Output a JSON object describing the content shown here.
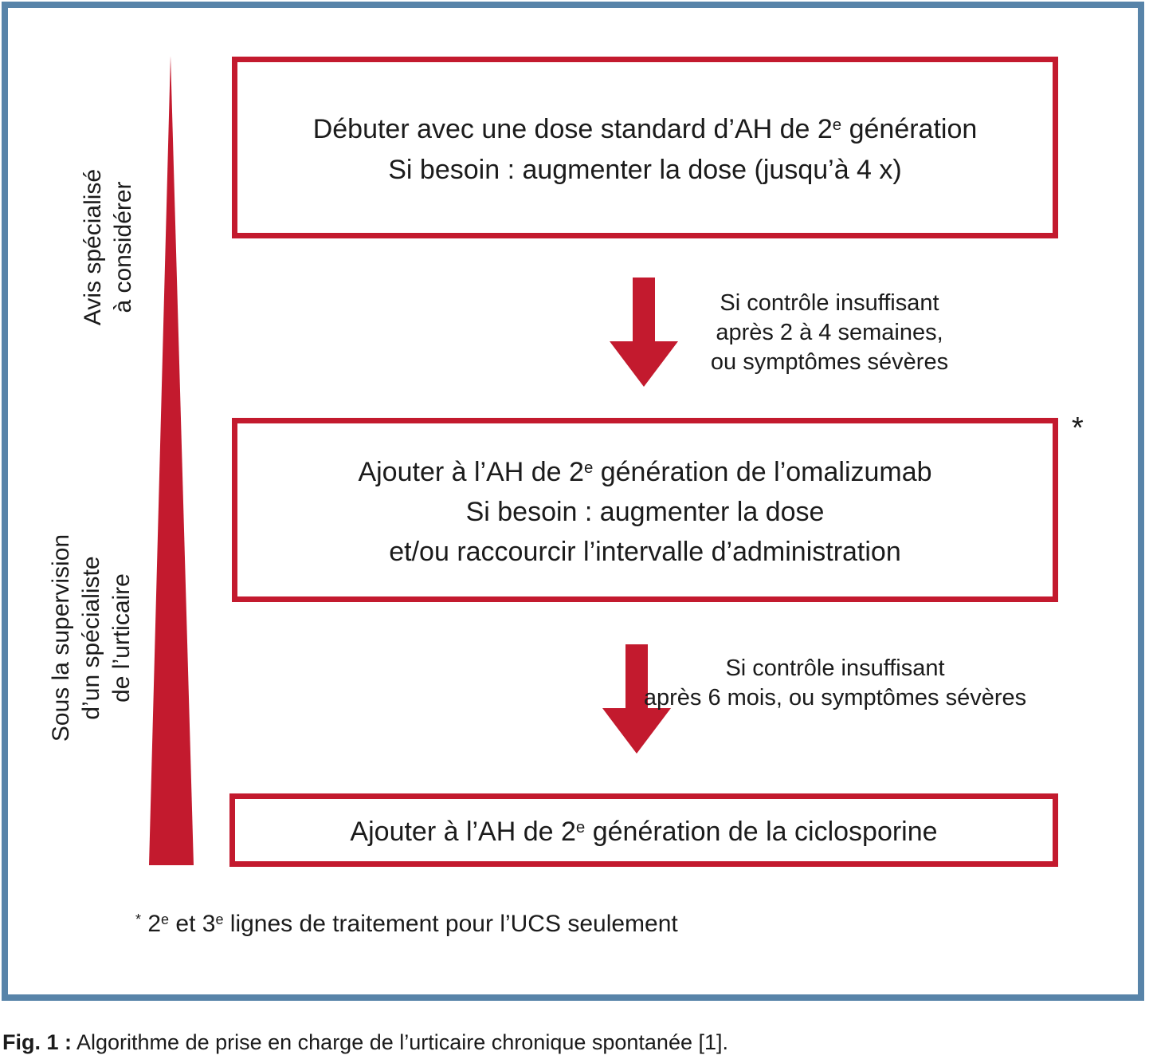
{
  "palette": {
    "accent_red": "#C31A2E",
    "frame_blue": "#5884A9",
    "text_color": "#1b1b1b",
    "background": "#ffffff"
  },
  "side_labels": {
    "top": {
      "line1": "Avis spécialisé",
      "line2": "à considérer"
    },
    "bottom": {
      "line1": "Sous la supervision",
      "line2": "d’un spécialiste",
      "line3": "de l’urticaire"
    }
  },
  "boxes": {
    "box1": {
      "line1": {
        "pre": "Débuter avec une dose standard d’AH de 2",
        "sup": "e",
        "post": " génération"
      },
      "line2": "Si besoin : augmenter la dose (jusqu’à 4 x)"
    },
    "box2": {
      "line1": {
        "pre": "Ajouter à l’AH de 2",
        "sup": "e",
        "post": " génération de l’omalizumab"
      },
      "line2": "Si besoin : augmenter la dose",
      "line3": "et/ou raccourcir l’intervalle d’administration"
    },
    "box3": {
      "line1": {
        "pre": "Ajouter à l’AH de 2",
        "sup": "e",
        "post": " génération de la ciclosporine"
      }
    }
  },
  "arrows": {
    "arrow1_label": {
      "line1": "Si contrôle insuffisant",
      "line2": "après 2 à 4 semaines,",
      "line3": "ou symptômes sévères"
    },
    "arrow2_label": {
      "line1": "Si contrôle insuffisant",
      "line2": "après 6 mois, ou symptômes sévères"
    }
  },
  "asterisk": "*",
  "footnote": {
    "marker": "*",
    "part1": " 2",
    "sup1": "e",
    "part2": " et 3",
    "sup2": "e",
    "part3": " lignes de traitement pour l’UCS seulement"
  },
  "caption": {
    "label": "Fig. 1 :",
    "text": " Algorithme de prise en charge de l’urticaire chronique spontanée [1]."
  }
}
